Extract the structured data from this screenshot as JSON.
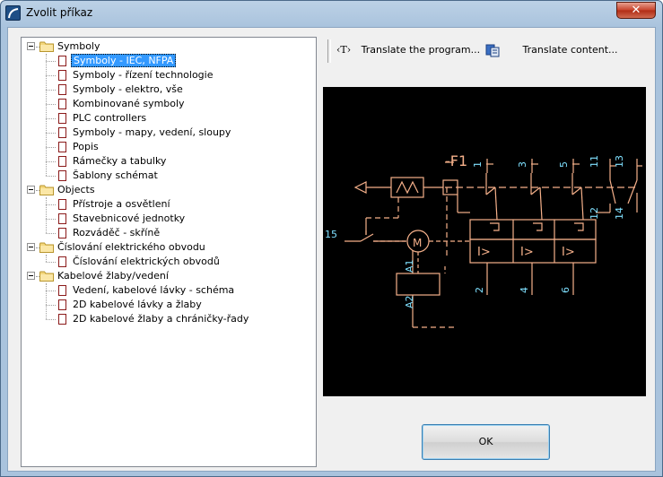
{
  "window": {
    "title": "Zvolit příkaz",
    "close_label": "✕"
  },
  "tree": {
    "groups": [
      {
        "label": "Symboly",
        "items": [
          "Symboly - IEC, NFPA",
          "Symboly - řízení technologie",
          "Symboly - elektro, vše",
          "Kombinované symboly",
          "PLC controllers",
          "Symboly - mapy, vedení, sloupy",
          "Popis",
          "Rámečky a tabulky",
          "Šablony schémat"
        ]
      },
      {
        "label": "Objects",
        "items": [
          "Přístroje a osvětlení",
          "Stavebnicové jednotky",
          "Rozváděč - skříně"
        ]
      },
      {
        "label": "Číslování elektrického obvodu",
        "items": [
          "Číslování elektrických obvodů"
        ]
      },
      {
        "label": "Kabelové žlaby/vedení",
        "items": [
          "Vedení, kabelové lávky - schéma",
          "2D kabelové lávky a žlaby",
          "2D kabelové žlaby a chráničky-řady"
        ]
      }
    ],
    "selected": "Symboly - IEC, NFPA"
  },
  "toolbar": {
    "translate_program": "Translate the program...",
    "translate_program_icon": "‹T›",
    "translate_content": "Translate content..."
  },
  "preview": {
    "labels": [
      "-F1",
      "1",
      "3",
      "5",
      "11",
      "13",
      "12",
      "14",
      "15",
      "M",
      "A1",
      "A2",
      "2",
      "4",
      "6",
      "I>",
      "I>",
      "I>"
    ]
  },
  "ok_label": "OK",
  "colors": {
    "preview_bg": "#000000",
    "line": "#f5b08a",
    "text": "#7fe0ff",
    "selected": "#3399ff"
  }
}
